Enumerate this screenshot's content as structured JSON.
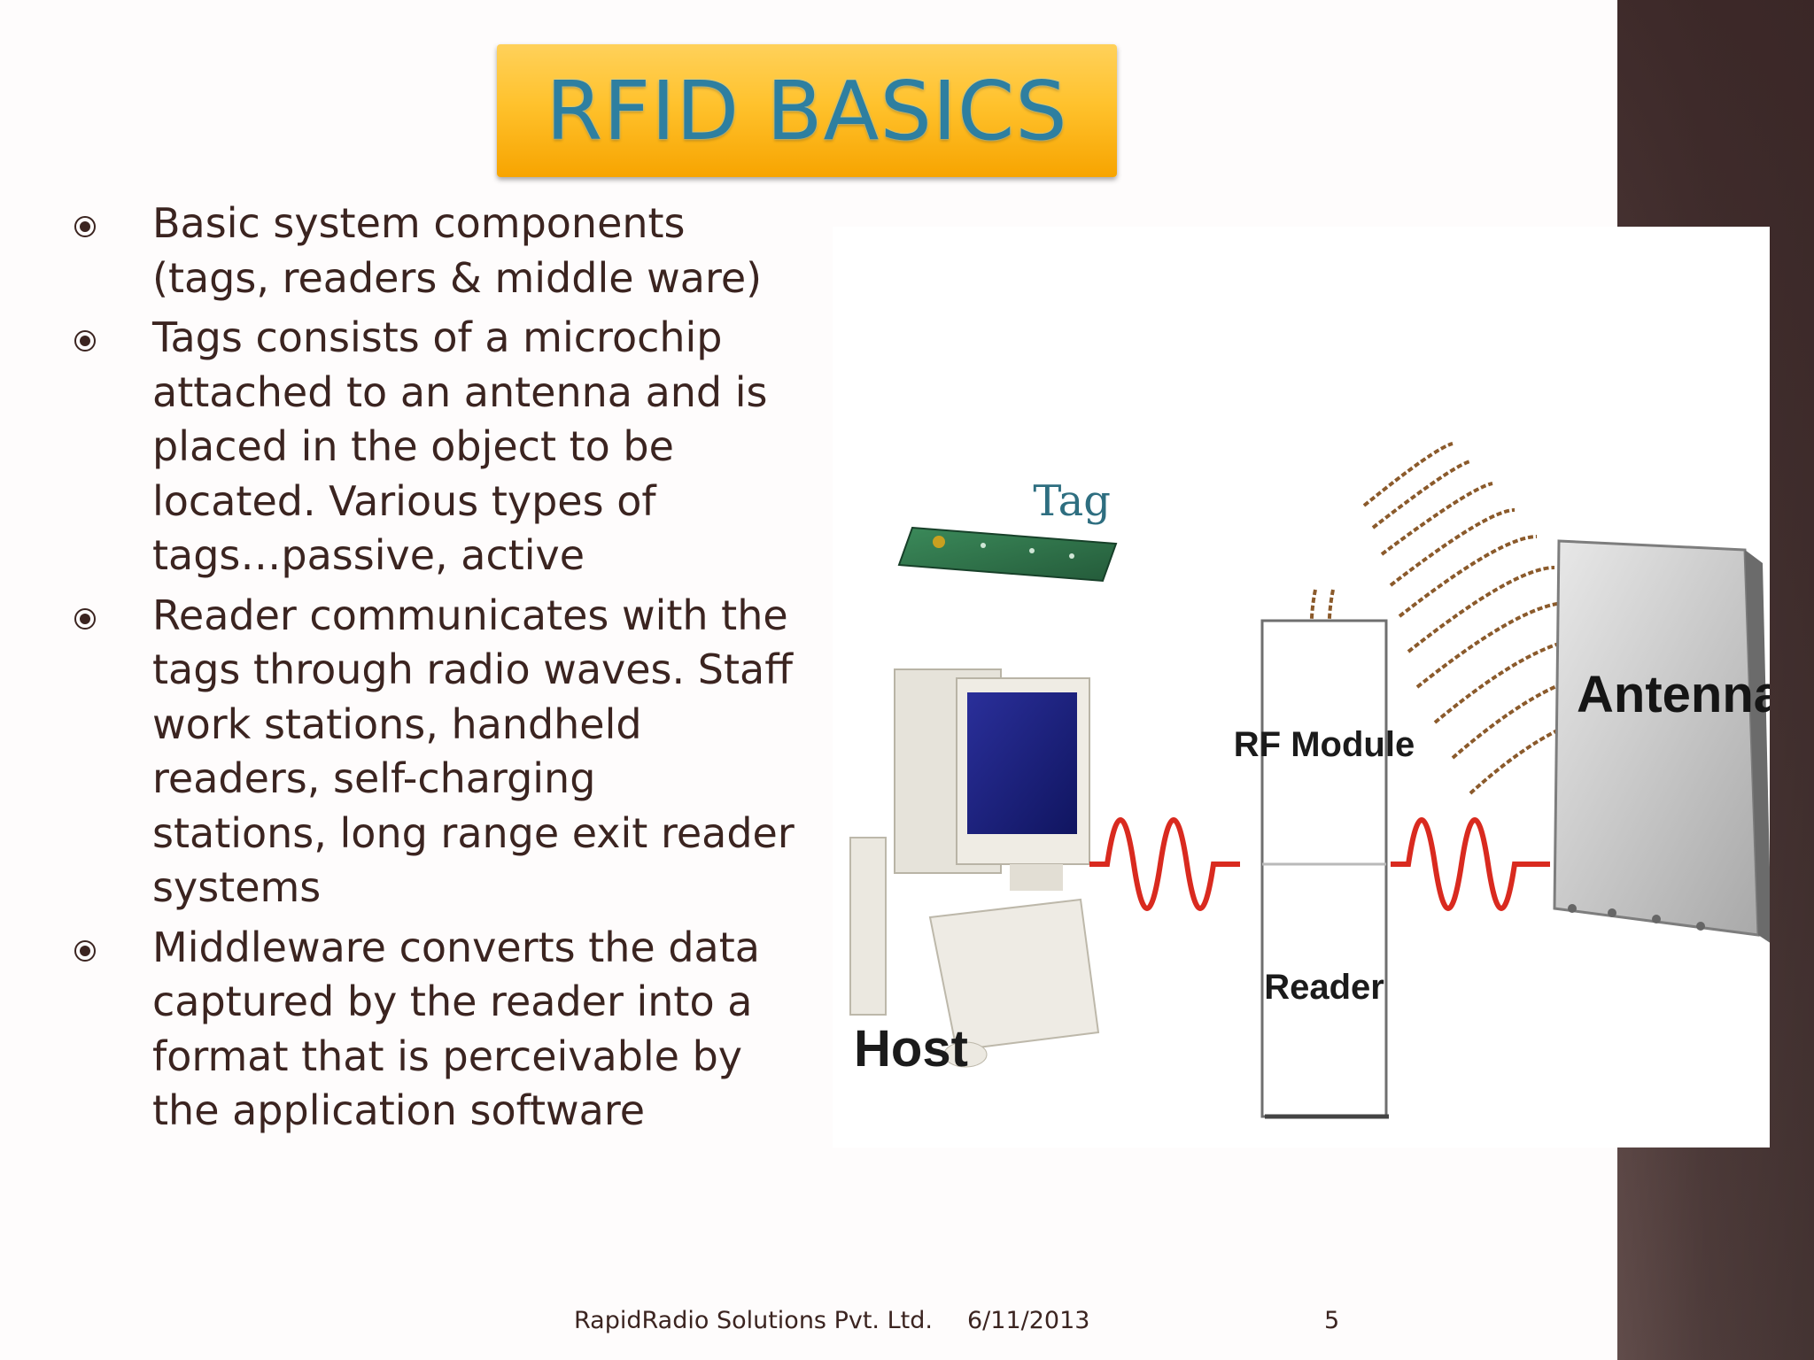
{
  "slide": {
    "title": "RFID BASICS",
    "bullets": [
      "Basic system components\n(tags, readers & middle ware)",
      "Tags consists of a microchip\nattached to an antenna and is\nplaced in the object to be\nlocated. Various types of\ntags…passive,  active",
      "Reader communicates with the\ntags through radio waves. Staff\nwork stations, handheld\nreaders, self-charging\nstations, long range exit reader\nsystems",
      "Middleware converts the data\ncaptured by the reader into a\nformat that is perceivable by\nthe application software"
    ],
    "diagram": {
      "tag_label": "Tag",
      "rf_module_label": "RF Module",
      "reader_label": "Reader",
      "antenna_label": "Antenna",
      "host_label": "Host"
    },
    "footer": {
      "company": "RapidRadio Solutions Pvt. Ltd.",
      "date": "6/11/2013",
      "page": "5"
    }
  }
}
